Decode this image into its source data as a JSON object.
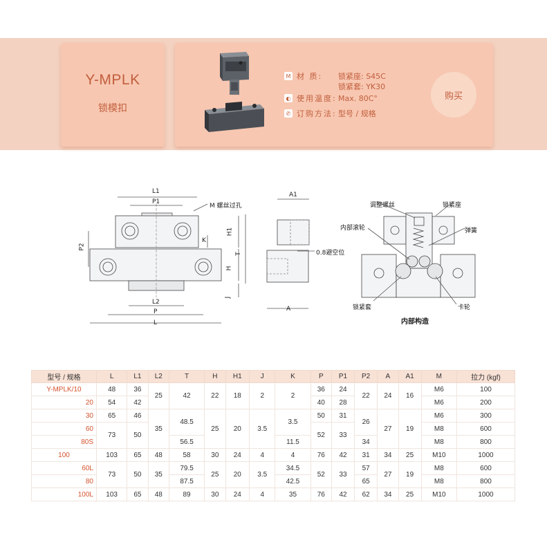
{
  "product": {
    "code": "Y-MPLK",
    "name_cn": "锁模扣",
    "buy_label": "购买"
  },
  "specs": {
    "material_icon": "M",
    "material_label": "材  质:",
    "material_line1": "锁紧座: S45C",
    "material_line2": "锁紧套: YK30",
    "temp_label": "使用温度:",
    "temp_value": "Max. 80C°",
    "order_label": "订购方法:",
    "order_value": "型号 / 规格"
  },
  "drawing": {
    "L1": "L1",
    "P1": "P1",
    "L2": "L2",
    "P": "P",
    "L": "L",
    "P2": "P2",
    "H1": "H1",
    "H": "H",
    "J": "J",
    "K": "K",
    "T": "T",
    "A1": "A1",
    "A": "A",
    "m_hole": "M 螺丝过孔",
    "gap": "0.8避空位",
    "adjust_screw": "调整螺丝",
    "lock_seat": "锁紧座",
    "inner_roller": "内部滚轮",
    "spring": "弹簧",
    "lock_sleeve": "锁紧套",
    "catch_wheel": "卡轮",
    "internal_structure": "内部构造"
  },
  "table": {
    "headers": [
      "型号 / 规格",
      "L",
      "L1",
      "L2",
      "T",
      "H",
      "H1",
      "J",
      "K",
      "P",
      "P1",
      "P2",
      "A",
      "A1",
      "M",
      "拉力 (kgf)"
    ],
    "models": [
      "Y-MPLK/10",
      "20",
      "30",
      "60",
      "80S",
      "100",
      "60L",
      "80",
      "100L"
    ],
    "L": [
      "48",
      "54",
      "65",
      "73",
      "103",
      "73",
      "103"
    ],
    "L1": [
      "36",
      "42",
      "46",
      "50",
      "65",
      "50",
      "65"
    ],
    "L2": [
      "25",
      "35",
      "48",
      "35",
      "48"
    ],
    "T": [
      "42",
      "48.5",
      "56.5",
      "58",
      "79.5",
      "87.5",
      "89"
    ],
    "H": [
      "22",
      "25",
      "30",
      "25",
      "30"
    ],
    "H1": [
      "18",
      "20",
      "24",
      "20",
      "24"
    ],
    "J": [
      "2",
      "3.5",
      "4",
      "3.5",
      "4"
    ],
    "K": [
      "2",
      "3.5",
      "11.5",
      "4",
      "34.5",
      "42.5",
      "35"
    ],
    "P": [
      "36",
      "40",
      "50",
      "52",
      "76",
      "52",
      "76"
    ],
    "P1": [
      "24",
      "28",
      "31",
      "33",
      "42",
      "33",
      "42"
    ],
    "P2": [
      "22",
      "26",
      "34",
      "31",
      "57",
      "65",
      "62"
    ],
    "A": [
      "24",
      "27",
      "34",
      "27",
      "34"
    ],
    "A1": [
      "16",
      "19",
      "25",
      "19",
      "25"
    ],
    "M": [
      "M6",
      "M6",
      "M6",
      "M8",
      "M8",
      "M10",
      "M8",
      "M8",
      "M10"
    ],
    "force": [
      "100",
      "200",
      "300",
      "600",
      "800",
      "1000",
      "600",
      "800",
      "1000"
    ]
  }
}
